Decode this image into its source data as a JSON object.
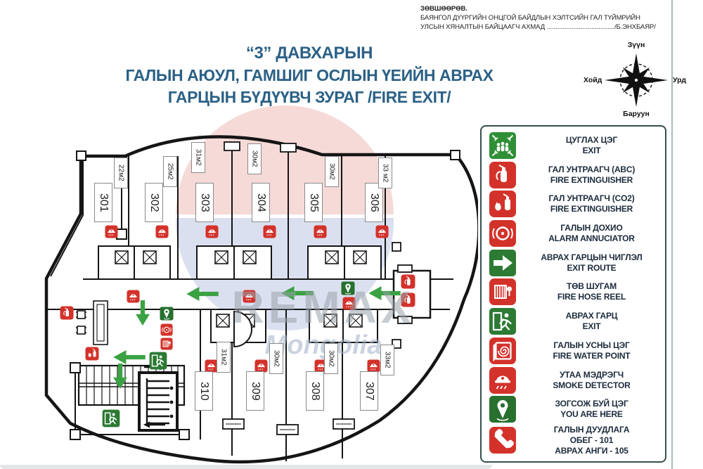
{
  "approval": {
    "line1": "ЗӨВШӨӨРӨВ.",
    "line2": "БАЯНГОЛ ДҮҮРГИЙН ОНЦГОЙ БАЙДЛЫН ХЭЛТСИЙН ГАЛ ТҮЙМРИЙН",
    "line3": "УЛСЫН ХЯНАЛТЫН БАЙЦААГЧ АХМАД ....................................../Б.ЭНХБАЯР/"
  },
  "title": {
    "line1": "“3” ДАВХАРЫН",
    "line2": "ГАЛЫН АЮУЛ, ГАМШИГ ОСЛЫН ҮЕИЙН АВРАХ",
    "line3": "ГАРЦЫН БҮДҮҮВЧ ЗУРАГ /FIRE EXIT/"
  },
  "compass": {
    "top": "Зүүн",
    "left": "Хойд",
    "right": "Урд",
    "bottom": "Баруун"
  },
  "legend": {
    "items": [
      {
        "icon": "assembly-point-icon",
        "line1": "ЦУГЛАХ ЦЭГ",
        "line2": "EXIT"
      },
      {
        "icon": "fire-extinguisher-abc-icon",
        "line1": "ГАЛ УНТРААГЧ (ABC)",
        "line2": "FIRE EXTINGUISHER"
      },
      {
        "icon": "fire-extinguisher-co2-icon",
        "line1": "ГАЛ УНТРААГЧ (CO2)",
        "line2": "FIRE EXTINGUISHER"
      },
      {
        "icon": "fire-alarm-icon",
        "line1": "ГАЛЫН ДОХИО",
        "line2": "ALARM ANNUCIATOR"
      },
      {
        "icon": "exit-route-arrow-icon",
        "line1": "АВРАХ ГАРЦЫН ЧИГЛЭЛ",
        "line2": "EXIT ROUTE"
      },
      {
        "icon": "fire-hose-reel-icon",
        "line1": "ТӨВ ШУГАМ",
        "line2": "FIRE HOSE REEL"
      },
      {
        "icon": "emergency-exit-icon",
        "line1": "АВРАХ ГАРЦ",
        "line2": "EXIT"
      },
      {
        "icon": "fire-water-point-icon",
        "line1": "ГАЛЫН УСНЫ ЦЭГ",
        "line2": "FIRE WATER POINT"
      },
      {
        "icon": "smoke-detector-icon",
        "line1": "УТАА МЭДРЭГЧ",
        "line2": "SMOKE DETECTOR"
      },
      {
        "icon": "you-are-here-icon",
        "line1": "ЗОГСОЖ БУЙ ЦЭГ",
        "line2": "YOU ARE HERE"
      },
      {
        "icon": "fire-call-phone-icon",
        "line1": "ГАЛЫН ДУУДЛАГА",
        "line2": "ОБЕГ - 101",
        "line3": "АВРАХ АНГИ - 105"
      }
    ]
  },
  "floor_plan": {
    "rooms": [
      {
        "number": "301",
        "area": "22м2"
      },
      {
        "number": "302",
        "area": "25м2"
      },
      {
        "number": "303",
        "area": "31м2"
      },
      {
        "number": "304",
        "area": "30м2"
      },
      {
        "number": "305",
        "area": "30м2"
      },
      {
        "number": "306",
        "area": "33 м2"
      },
      {
        "number": "310",
        "area": "31м2"
      },
      {
        "number": "309",
        "area": "30м2"
      },
      {
        "number": "308",
        "area": "30м2"
      },
      {
        "number": "307",
        "area": "33м2"
      }
    ],
    "watermark": {
      "line1": "REMAX",
      "line2": "Mongolia"
    }
  },
  "colors": {
    "accent_red": "#d3322b",
    "accent_green": "#2c7a33",
    "arrow_green": "#3ba244",
    "title_blue": "#2b6186",
    "legend_border": "#35514d"
  }
}
